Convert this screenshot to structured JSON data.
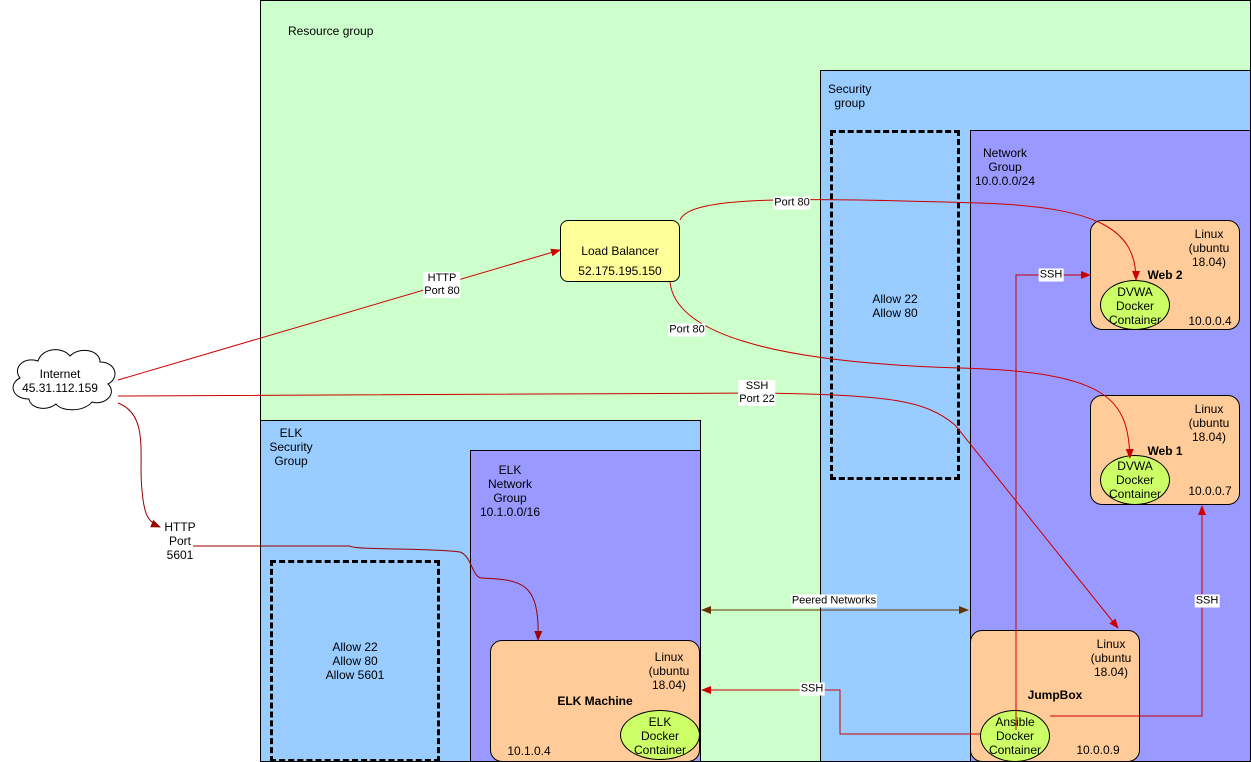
{
  "resource_group": {
    "label": "Resource group"
  },
  "security_group": {
    "label": "Security\ngroup"
  },
  "network_group": {
    "label": "Network\nGroup\n10.0.0.0/24"
  },
  "firewall_main": {
    "label": "Allow 22\nAllow 80"
  },
  "elk_security_group": {
    "label": "ELK\nSecurity\nGroup"
  },
  "elk_network_group": {
    "label": "ELK\nNetwork\nGroup\n10.1.0.0/16"
  },
  "firewall_elk": {
    "label": "Allow 22\nAllow 80\nAllow 5601"
  },
  "internet": {
    "label": "Internet\n45.31.112.159"
  },
  "load_balancer": {
    "name": "Load Balancer",
    "ip": "52.175.195.150"
  },
  "web2": {
    "os": "Linux\n(ubuntu\n18.04)",
    "name": "Web 2",
    "container": "DVWA\nDocker\nContainer",
    "ip": "10.0.0.4"
  },
  "web1": {
    "os": "Linux\n(ubuntu\n18.04)",
    "name": "Web 1",
    "container": "DVWA\nDocker\nContainer",
    "ip": "10.0.0.7"
  },
  "jumpbox": {
    "os": "Linux\n(ubuntu\n18.04)",
    "name": "JumpBox",
    "container": "Ansible\nDocker\nContainer",
    "ip": "10.0.0.9"
  },
  "elk_machine": {
    "os": "Linux\n(ubuntu\n18.04)",
    "name": "ELK Machine",
    "container": "ELK\nDocker\nContainer",
    "ip": "10.1.0.4"
  },
  "edges": {
    "http_port80": "HTTP\nPort 80",
    "lb_web2": "Port 80",
    "lb_web1": "Port 80",
    "ssh_port22": "SSH\nPort 22",
    "http_5601": "HTTP\nPort\n5601",
    "ssh_web2": "SSH",
    "ssh_web1": "SSH",
    "ssh_elk": "SSH",
    "peered": "Peered Networks"
  },
  "colors": {
    "arrow_red": "#cc0000",
    "arrow_dark_red": "#990000",
    "arrow_brown": "#663300"
  }
}
